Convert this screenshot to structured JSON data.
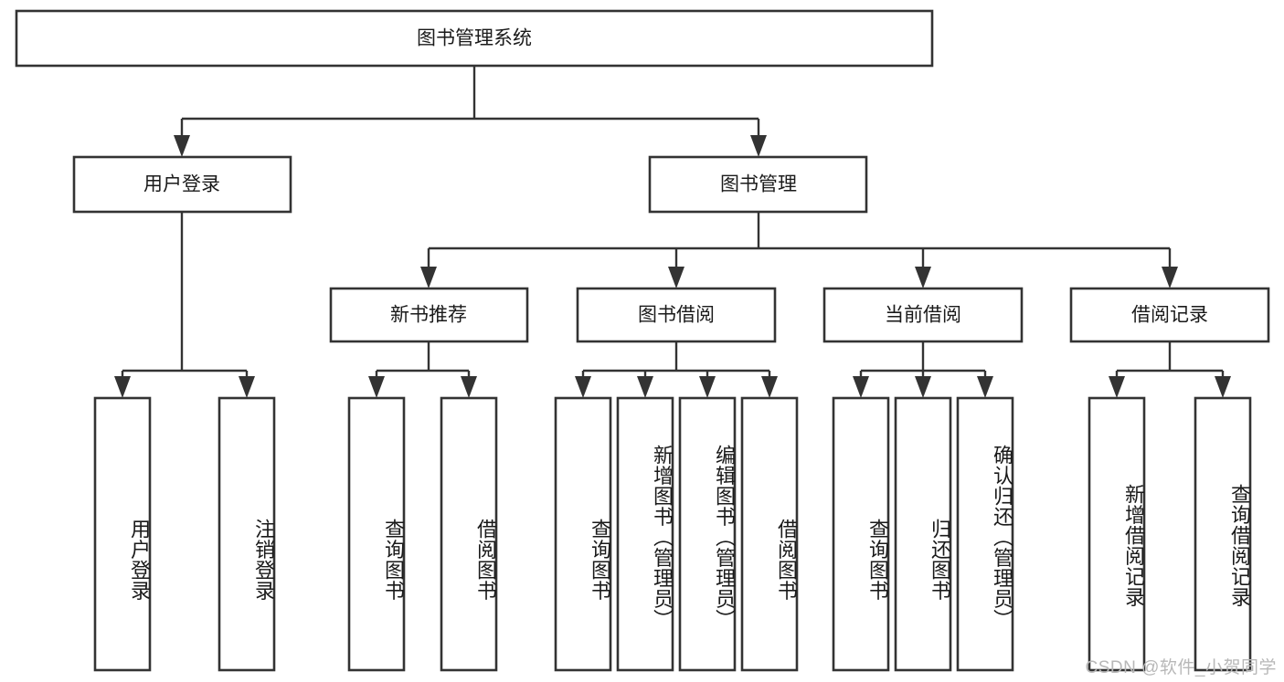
{
  "diagram": {
    "type": "tree",
    "title": "图书管理系统",
    "orientation": "top-down",
    "root": {
      "id": "root",
      "label": "图书管理系统"
    },
    "level2": [
      {
        "id": "user-login",
        "label": "用户登录"
      },
      {
        "id": "book-manage",
        "label": "图书管理"
      }
    ],
    "level3": [
      {
        "id": "new-book-rec",
        "label": "新书推荐",
        "parent": "book-manage"
      },
      {
        "id": "book-borrow",
        "label": "图书借阅",
        "parent": "book-manage"
      },
      {
        "id": "current-borrow",
        "label": "当前借阅",
        "parent": "book-manage"
      },
      {
        "id": "borrow-record",
        "label": "借阅记录",
        "parent": "book-manage"
      }
    ],
    "leaves": [
      {
        "id": "leaf-user-login",
        "label": "用户登录",
        "parent": "user-login"
      },
      {
        "id": "leaf-user-logout",
        "label": "注销登录",
        "parent": "user-login"
      },
      {
        "id": "leaf-query-book-1",
        "label": "查询图书",
        "parent": "new-book-rec"
      },
      {
        "id": "leaf-borrow-book-1",
        "label": "借阅图书",
        "parent": "new-book-rec"
      },
      {
        "id": "leaf-query-book-2",
        "label": "查询图书",
        "parent": "book-borrow"
      },
      {
        "id": "leaf-add-book",
        "label": "新增图书（管理员）",
        "parent": "book-borrow"
      },
      {
        "id": "leaf-edit-book",
        "label": "编辑图书（管理员）",
        "parent": "book-borrow"
      },
      {
        "id": "leaf-borrow-book-2",
        "label": "借阅图书",
        "parent": "book-borrow"
      },
      {
        "id": "leaf-query-book-3",
        "label": "查询图书",
        "parent": "current-borrow"
      },
      {
        "id": "leaf-return-book",
        "label": "归还图书",
        "parent": "current-borrow"
      },
      {
        "id": "leaf-confirm-return",
        "label": "确认归还（管理员）",
        "parent": "current-borrow"
      },
      {
        "id": "leaf-add-record",
        "label": "新增借阅记录",
        "parent": "borrow-record"
      },
      {
        "id": "leaf-query-record",
        "label": "查询借阅记录",
        "parent": "borrow-record"
      }
    ],
    "colors": {
      "stroke": "#333333",
      "fill": "#ffffff",
      "text": "#1a1a1a",
      "background": "#ffffff",
      "watermark": "#b8b8b8"
    }
  },
  "watermark": {
    "text": "CSDN @软件_小贺同学"
  }
}
